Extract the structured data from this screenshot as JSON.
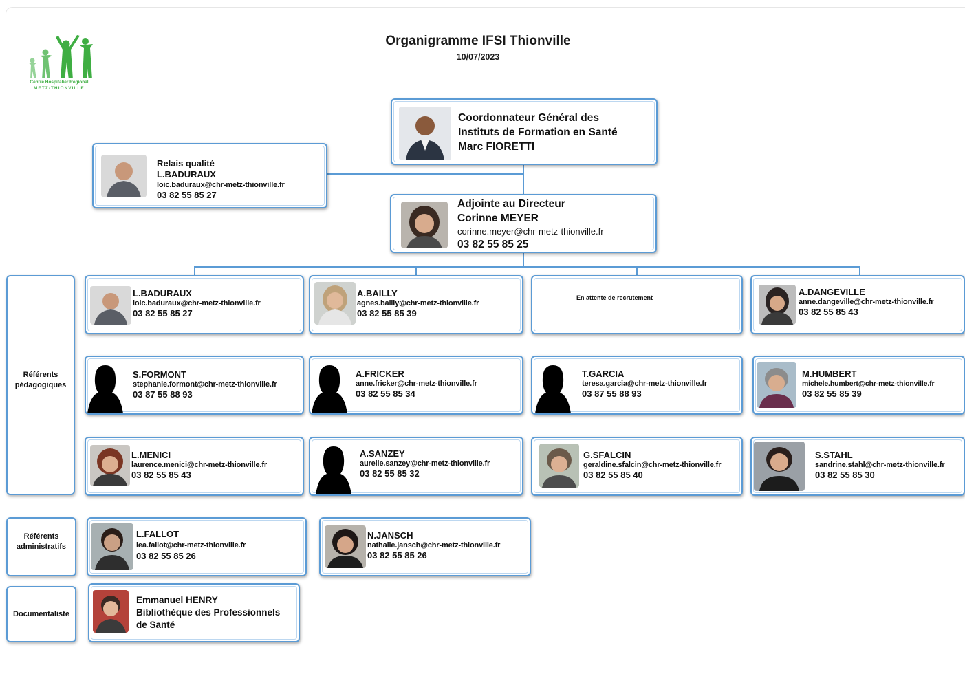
{
  "header": {
    "title": "Organigramme IFSI Thionville",
    "date": "10/07/2023"
  },
  "logo": {
    "line1": "Centre Hospitalier Régional",
    "line2": "METZ-THIONVILLE",
    "color": "#3fae43"
  },
  "director": {
    "line1": "Coordonnateur Général des",
    "line2": "Instituts de Formation en Santé",
    "name": "Marc FIORETTI"
  },
  "quality": {
    "role": "Relais qualité",
    "name": "L.BADURAUX",
    "email": "loic.baduraux@chr-metz-thionville.fr",
    "phone": "03 82 55 85 27"
  },
  "deputy": {
    "role": "Adjointe au Directeur",
    "name": "Corinne MEYER",
    "email": "corinne.meyer@chr-metz-thionville.fr",
    "phone": "03 82 55 85 25"
  },
  "categories": {
    "pedagogical": [
      "Référents",
      "pédagogiques"
    ],
    "administrative": [
      "Référents",
      "administratifs"
    ],
    "documentalist": "Documentaliste"
  },
  "pedagogical_referents": [
    {
      "name": "L.BADURAUX",
      "email": "loic.baduraux@chr-metz-thionville.fr",
      "phone": "03 82 55 85 27"
    },
    {
      "name": "A.BAILLY",
      "email": "agnes.bailly@chr-metz-thionville.fr",
      "phone": "03 82 55 85 39"
    },
    {
      "recruiting": "En attente de recrutement"
    },
    {
      "name": "A.DANGEVILLE",
      "email": "anne.dangeville@chr-metz-thionville.fr",
      "phone": "03 82 55 85 43"
    },
    {
      "name": "S.FORMONT",
      "email": "stephanie.formont@chr-metz-thionville.fr",
      "phone": "03 87 55 88 93"
    },
    {
      "name": "A.FRICKER",
      "email": "anne.fricker@chr-metz-thionville.fr",
      "phone": "03 82 55 85 34"
    },
    {
      "name": "T.GARCIA",
      "email": "teresa.garcia@chr-metz-thionville.fr",
      "phone": "03 87 55 88 93"
    },
    {
      "name": "M.HUMBERT",
      "email": "michele.humbert@chr-metz-thionville.fr",
      "phone": "03 82 55 85 39"
    },
    {
      "name": "L.MENICI",
      "email": "laurence.menici@chr-metz-thionville.fr",
      "phone": "03 82 55 85 43"
    },
    {
      "name": "A.SANZEY",
      "email": "aurelie.sanzey@chr-metz-thionville.fr",
      "phone": "03 82 55 85 32"
    },
    {
      "name": "G.SFALCIN",
      "email": "geraldine.sfalcin@chr-metz-thionville.fr",
      "phone": "03 82 55 85 40"
    },
    {
      "name": "S.STAHL",
      "email": "sandrine.stahl@chr-metz-thionville.fr",
      "phone": "03 82 55 85 30"
    }
  ],
  "administrative_referents": [
    {
      "name": "L.FALLOT",
      "email": "lea.fallot@chr-metz-thionville.fr",
      "phone": "03 82 55 85 26"
    },
    {
      "name": "N.JANSCH",
      "email": "nathalie.jansch@chr-metz-thionville.fr",
      "phone": "03 82 55 85 26"
    }
  ],
  "documentalist": {
    "name": "Emmanuel HENRY",
    "line2": "Bibliothèque des Professionnels",
    "line3": "de Santé"
  },
  "colors": {
    "border": "#5b9bd5",
    "connector": "#5b9bd5"
  }
}
